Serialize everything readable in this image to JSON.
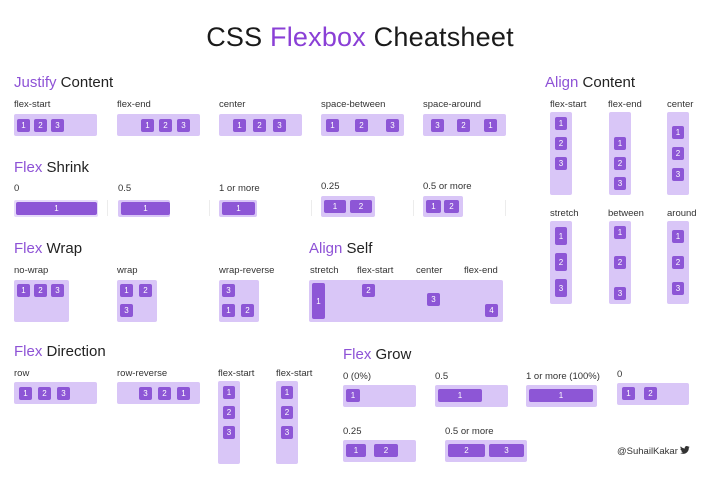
{
  "title": {
    "pre": "CSS ",
    "hl": "Flexbox",
    "post": " Cheatsheet"
  },
  "sections": {
    "justify": {
      "hl": "Justify",
      "rest": " Content",
      "labels": [
        "flex-start",
        "flex-end",
        "center",
        "space-between",
        "space-around"
      ]
    },
    "shrink": {
      "hl": "Flex",
      "rest": " Shrink",
      "labels": [
        "0",
        "0.5",
        "1 or more",
        "0.25",
        "0.5 or more"
      ]
    },
    "wrap": {
      "hl": "Flex",
      "rest": " Wrap",
      "labels": [
        "no-wrap",
        "wrap",
        "wrap-reverse"
      ]
    },
    "direction": {
      "hl": "Flex",
      "rest": " Direction",
      "labels": [
        "row",
        "row-reverse",
        "flex-start",
        "flex-start"
      ]
    },
    "align_content": {
      "hl": "Align",
      "rest": " Content",
      "labels": [
        "flex-start",
        "flex-end",
        "center",
        "stretch",
        "between",
        "around"
      ]
    },
    "align_self": {
      "hl": "Align",
      "rest": " Self",
      "labels": [
        "stretch",
        "flex-start",
        "center",
        "flex-end"
      ]
    },
    "grow": {
      "hl": "Flex",
      "rest": " Grow",
      "labels": [
        "0 (0%)",
        "0.5",
        "1 or more (100%)",
        "0",
        "0.25",
        "0.5 or more"
      ]
    }
  },
  "handle": "@SuhailKakar",
  "items": {
    "justify_fs": [
      "1",
      "2",
      "3"
    ],
    "justify_fe": [
      "1",
      "2",
      "3"
    ],
    "justify_c": [
      "1",
      "2",
      "3"
    ],
    "justify_sb": [
      "1",
      "2",
      "3"
    ],
    "justify_sa": [
      "3",
      "2",
      "1"
    ],
    "shrink_0": [
      "1"
    ],
    "shrink_05": [
      "1"
    ],
    "shrink_1": [
      "1"
    ],
    "shrink_025": [
      "1",
      "2"
    ],
    "shrink_05m": [
      "1",
      "2"
    ],
    "wrap_nowrap": [
      "1",
      "2",
      "3"
    ],
    "wrap_wrap": [
      "1",
      "2",
      "3"
    ],
    "wrap_rev": [
      "3",
      "1",
      "2"
    ],
    "dir_row": [
      "1",
      "2",
      "3"
    ],
    "dir_rowrev": [
      "3",
      "2",
      "1"
    ],
    "dir_col1": [
      "1",
      "2",
      "3"
    ],
    "dir_col2": [
      "1",
      "2",
      "3"
    ],
    "ac_fs": [
      "1",
      "2",
      "3"
    ],
    "ac_fe": [
      "1",
      "2",
      "3"
    ],
    "ac_c": [
      "1",
      "2",
      "3"
    ],
    "ac_st": [
      "1",
      "2",
      "3"
    ],
    "ac_bt": [
      "1",
      "2",
      "3"
    ],
    "ac_ar": [
      "1",
      "2",
      "3"
    ],
    "as": [
      "1",
      "2",
      "3",
      "4"
    ],
    "grow_0": [
      "1"
    ],
    "grow_05": [
      "1"
    ],
    "grow_1": [
      "1"
    ],
    "grow_0b": [
      "1",
      "2"
    ],
    "grow_025": [
      "1",
      "2"
    ],
    "grow_05m": [
      "2",
      "3"
    ]
  },
  "colors": {
    "accent": "#8a3fd6",
    "item": "#8d56d6",
    "container": "#d9c6f7"
  }
}
